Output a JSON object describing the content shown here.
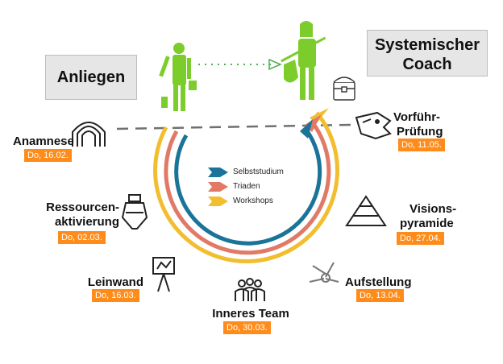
{
  "callouts": {
    "left": "Anliegen",
    "right_line1": "Systemischer",
    "right_line2": "Coach"
  },
  "legend": [
    {
      "label": "Selbststudium",
      "color": "#1a7499"
    },
    {
      "label": "Triaden",
      "color": "#e07a66"
    },
    {
      "label": "Workshops",
      "color": "#f2be2f"
    }
  ],
  "stations": {
    "anamnese": {
      "name": "Anamnese",
      "date": "Do, 16.02.",
      "icon": "tunnel-arch-icon"
    },
    "ressourcen": {
      "name_line1": "Ressourcen-",
      "name_line2": "aktivierung",
      "date": "Do, 02.03.",
      "icon": "potion-bottle-icon"
    },
    "leinwand": {
      "name": "Leinwand",
      "date": "Do, 16.03.",
      "icon": "easel-icon"
    },
    "inneres_team": {
      "name": "Inneres Team",
      "date": "Do, 30.03.",
      "icon": "team-group-icon"
    },
    "aufstellung": {
      "name": "Aufstellung",
      "date": "Do, 13.04.",
      "icon": "joined-hands-icon"
    },
    "visionspyramide": {
      "name_line1": "Visions-",
      "name_line2": "pyramide",
      "date": "Do, 27.04.",
      "icon": "pyramid-icon"
    },
    "vorfuehr": {
      "name_line1": "Vorführ-",
      "name_line2": "Prüfung",
      "date": "Do, 11.05.",
      "icon": "dragon-head-icon"
    }
  },
  "colors": {
    "figure_green": "#7ccd2c",
    "date_orange": "#ff8c1a",
    "dashed_line": "#707070"
  }
}
